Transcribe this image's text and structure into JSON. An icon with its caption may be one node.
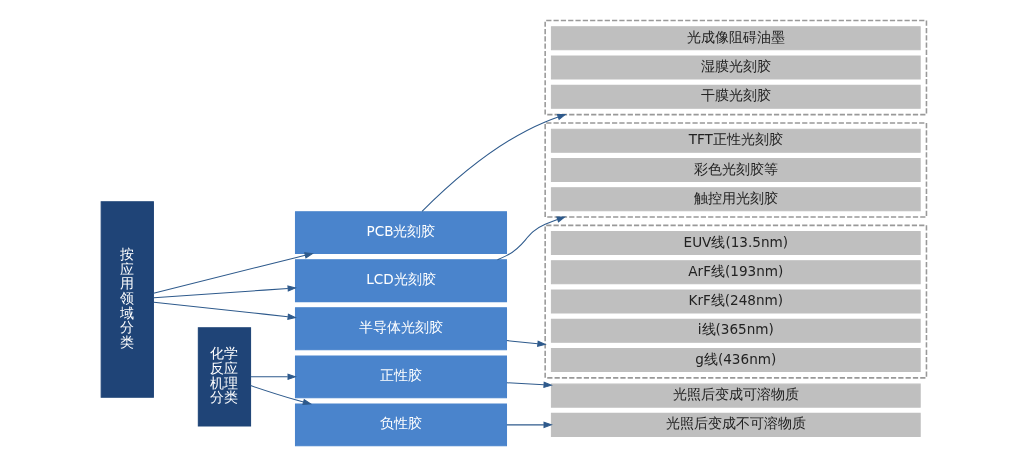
{
  "diagram": {
    "nodes": [
      {
        "text": [
          "按应用领域分类"
        ]
      },
      {
        "text": [
          "PCB光刻胶"
        ]
      },
      {
        "text": [
          "LCD光刻胶"
        ]
      },
      {
        "text": [
          "半导体光刻胶"
        ]
      },
      {
        "text": [
          "化学反应机理分类"
        ]
      },
      {
        "text": [
          "正性胶"
        ]
      },
      {
        "text": [
          "负性胶"
        ]
      },
      {
        "text": [],
        "shape": "box"
      },
      {
        "text": [
          "干膜光刻胶"
        ],
        "in": 7
      },
      {
        "text": [
          "湿膜光刻胶"
        ],
        "in": 7
      },
      {
        "text": [
          "光成像阻碍油墨"
        ],
        "in": 7
      },
      {
        "text": [],
        "shape": "box"
      },
      {
        "text": [
          "触控用光刻胶"
        ],
        "in": 11
      },
      {
        "text": [
          "彩色光刻胶等"
        ],
        "in": 11
      },
      {
        "text": [
          "TFT正性光刻胶"
        ],
        "in": 11
      },
      {
        "text": [],
        "shape": "box"
      },
      {
        "text": [
          "g线(436nm)"
        ],
        "in": 15
      },
      {
        "text": [
          "i线(365nm)"
        ],
        "in": 15
      },
      {
        "text": [
          "KrF线(248nm)"
        ],
        "in": 15
      },
      {
        "text": [
          "ArF线(193nm)"
        ],
        "in": 15
      },
      {
        "text": [
          "EUV线(13.5nm)"
        ],
        "in": 15
      },
      {
        "text": [
          "光照后变成可溶物质"
        ]
      },
      {
        "text": [
          "光照后变成不可溶物质"
        ]
      }
    ],
    "edges": [
      {
        "from": 0,
        "to": 1,
        "arrow": "to"
      },
      {
        "from": 0,
        "to": 2,
        "arrow": "to"
      },
      {
        "from": 0,
        "to": 3,
        "arrow": "to"
      },
      {
        "from": 4,
        "to": 5,
        "arrow": "to"
      },
      {
        "from": 4,
        "to": 6,
        "arrow": "to"
      },
      {
        "from": 1,
        "to": 7,
        "arrow": "to"
      },
      {
        "from": 2,
        "to": 11,
        "arrow": "to"
      },
      {
        "from": 3,
        "to": 15,
        "arrow": "to"
      },
      {
        "from": 5,
        "to": 21,
        "arrow": "to"
      },
      {
        "from": 6,
        "to": 22,
        "arrow": "to"
      }
    ]
  }
}
